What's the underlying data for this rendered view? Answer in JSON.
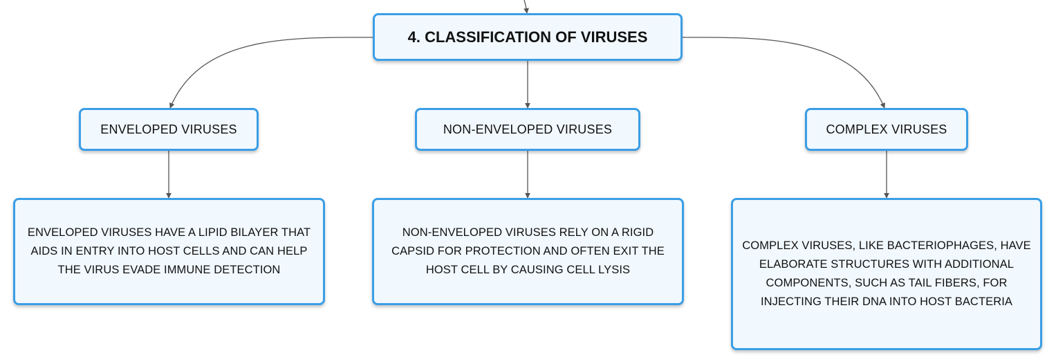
{
  "root": {
    "label": "4. CLASSIFICATION OF VIRUSES"
  },
  "categories": [
    {
      "label": "ENVELOPED VIRUSES",
      "description": "ENVELOPED VIRUSES HAVE A LIPID BILAYER THAT AIDS IN ENTRY INTO HOST CELLS AND CAN HELP THE VIRUS EVADE IMMUNE DETECTION"
    },
    {
      "label": "NON-ENVELOPED VIRUSES",
      "description": "NON-ENVELOPED VIRUSES RELY ON A RIGID CAPSID FOR PROTECTION AND OFTEN EXIT THE HOST CELL BY CAUSING CELL LYSIS"
    },
    {
      "label": "COMPLEX VIRUSES",
      "description": "COMPLEX VIRUSES, LIKE BACTERIOPHAGES, HAVE ELABORATE STRUCTURES WITH ADDITIONAL COMPONENTS, SUCH AS TAIL FIBERS, FOR INJECTING THEIR DNA INTO HOST BACTERIA"
    }
  ],
  "colors": {
    "node_border": "#3a9ee6",
    "node_fill": "#f1f8fe",
    "connector": "#555555",
    "text": "#111111"
  }
}
